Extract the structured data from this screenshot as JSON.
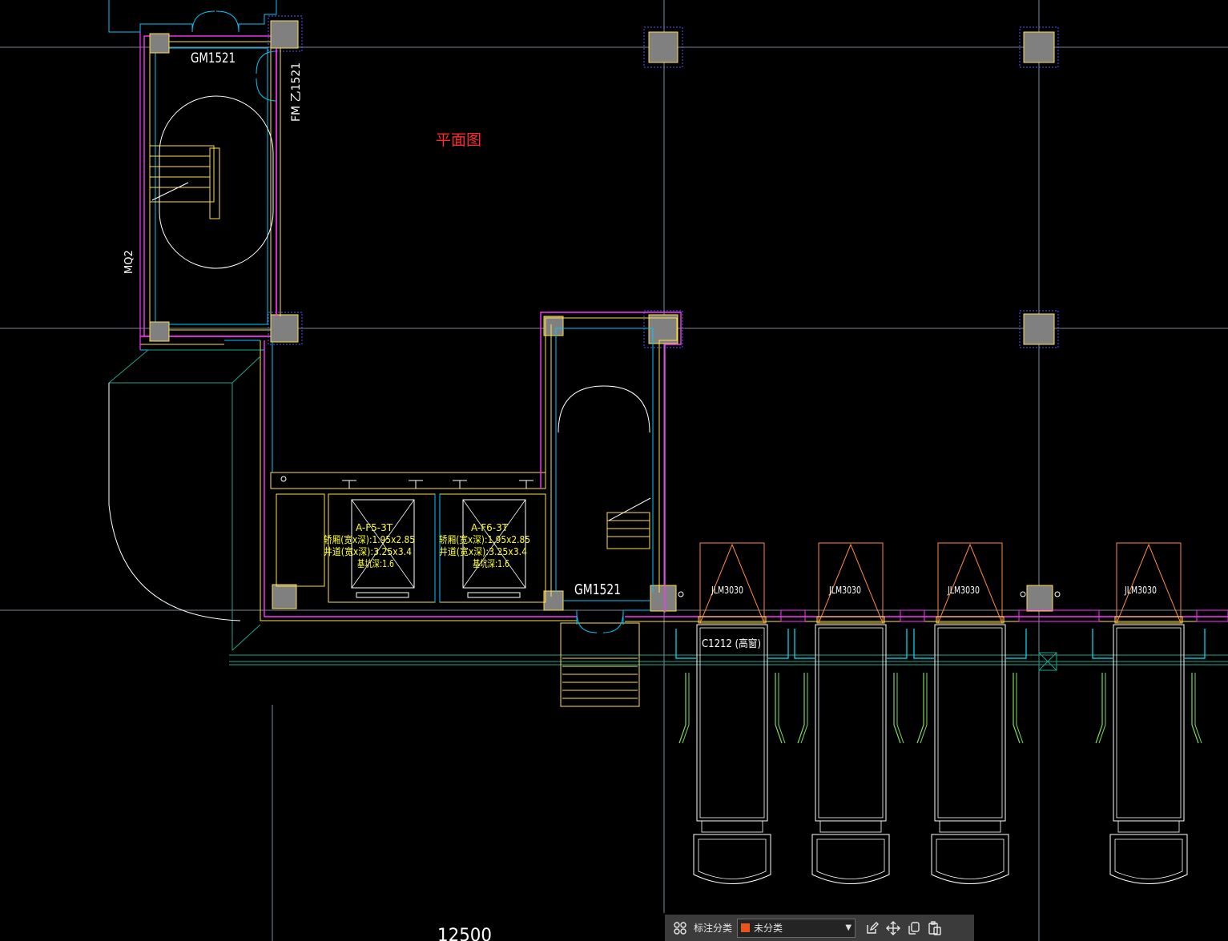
{
  "drawing": {
    "title": "平面图",
    "title_color": "#ff2a2a",
    "door_labels": [
      "GM1521",
      "GM1521"
    ],
    "fire_door_label": "FM 乙1521",
    "wall_label": "MQ2",
    "elevators": [
      {
        "id": "A-F5-3T",
        "line1": "轿厢(宽x深):1.95x2.85",
        "line2": "井道(宽x深):3.25x3.4",
        "line3": "基坑深:1.6"
      },
      {
        "id": "A-F6-3T",
        "line1": "轿厢(宽x深):1.95x2.85",
        "line2": "井道(宽x深):3.25x3.4",
        "line3": "基坑深:1.6"
      }
    ],
    "roller_doors": [
      "JLM3030",
      "JLM3030",
      "JLM3030",
      "JLM3030"
    ],
    "window_label": "C1212 (高窗)",
    "dimension": "12500"
  },
  "toolbar": {
    "grid_icon": "grid-icon",
    "category_label": "标注分类",
    "category_value": "未分类",
    "category_color": "#e8541b",
    "edit_icon": "edit-icon",
    "move_icon": "move-icon",
    "copy_icon": "copy-icon",
    "paste_icon": "paste-icon"
  }
}
